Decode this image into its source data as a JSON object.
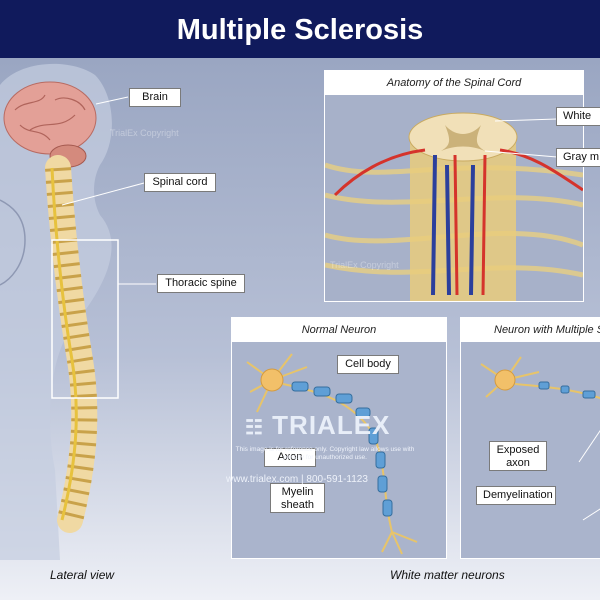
{
  "header": {
    "title": "Multiple Sclerosis",
    "bg_color": "#101a5c"
  },
  "labels": {
    "brain": "Brain",
    "spinal_cord": "Spinal cord",
    "thoracic_spine": "Thoracic spine",
    "white_matter": "White",
    "gray_matter": "Gray m",
    "cell_body": "Cell body",
    "axon": "Axon",
    "myelin_sheath": "Myelin sheath",
    "exposed_axon": "Exposed axon",
    "demyelination": "Demyelination"
  },
  "panels": {
    "spinal_cord_title": "Anatomy of the Spinal Cord",
    "normal_neuron_title": "Normal Neuron",
    "ms_neuron_title": "Neuron with Multiple S"
  },
  "captions": {
    "lateral_view": "Lateral view",
    "white_matter_neurons": "White matter neurons"
  },
  "watermark": {
    "brand": "TRIALEX",
    "note": "This image is for reference only. Copyright law allows use with penalty for unauthorized use.",
    "contact": "www.trialex.com  |  800-591-1123",
    "repeat_text": "TrialEx Copyright"
  },
  "colors": {
    "myelin": "#5f9fd6",
    "nerve": "#e7c46a",
    "artery": "#d5332b",
    "vein": "#2b3f9c",
    "brain": "#e6a19a"
  }
}
